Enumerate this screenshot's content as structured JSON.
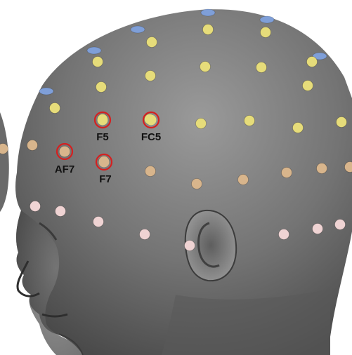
{
  "figure": {
    "background": "#ffffff",
    "head_color": "#6e6e6e",
    "highlight_ring_color": "#d42020"
  },
  "electrode_rows": {
    "top_row_color": "#7f9fd8",
    "upper_rows_color": "#e6dc7a",
    "middle_row_color": "#d8b58c",
    "lower_row_color": "#efd3d3"
  },
  "highlighted_electrodes": [
    {
      "label": "F5"
    },
    {
      "label": "FC5"
    },
    {
      "label": "AF7"
    },
    {
      "label": "F7"
    }
  ]
}
